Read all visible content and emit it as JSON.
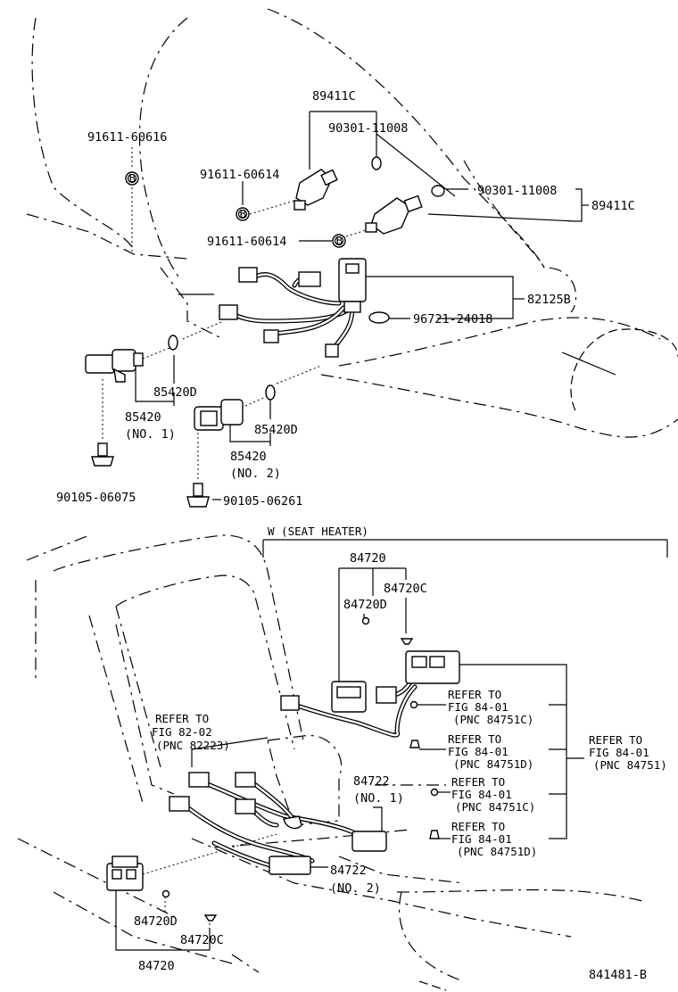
{
  "diagram_id": "841481-B",
  "section_header": "W (SEAT HEATER)",
  "labels": {
    "p89411C_top": "89411C",
    "p90301_top": "90301-11008",
    "p91611_60616": "91611-60616",
    "p91611_60614_a": "91611-60614",
    "p90301_right": "90301-11008",
    "p89411C_right": "89411C",
    "p91611_60614_b": "91611-60614",
    "p82125B": "82125B",
    "p96721": "96721-24018",
    "p85420D_a": "85420D",
    "p85420_no1": "85420",
    "p85420_no1_sub": "(NO. 1)",
    "p85420D_b": "85420D",
    "p85420_no2": "85420",
    "p85420_no2_sub": "(NO. 2)",
    "p90105_06075": "90105-06075",
    "p90105_06261": "90105-06261",
    "p84720_top": "84720",
    "p84720C_top": "84720C",
    "p84720D_top": "84720D",
    "ref_82_line1": "REFER TO",
    "ref_82_line2": "FIG 82-02",
    "ref_82_line3": "(PNC 82223)",
    "ref1_line1": "REFER TO",
    "ref1_line2": "FIG 84-01",
    "ref1_line3": "(PNC 84751C)",
    "ref2_line1": "REFER TO",
    "ref2_line2": "FIG 84-01",
    "ref2_line3": "(PNC 84751D)",
    "ref3_line1": "REFER TO",
    "ref3_line2": "FIG 84-01",
    "ref3_line3": "(PNC 84751C)",
    "ref4_line1": "REFER TO",
    "ref4_line2": "FIG 84-01",
    "ref4_line3": "(PNC 84751D)",
    "refR_line1": "REFER TO",
    "refR_line2": "FIG 84-01",
    "refR_line3": "(PNC 84751)",
    "p84722_no1": "84722",
    "p84722_no1_sub": "(NO. 1)",
    "p84722_no2": "84722",
    "p84722_no2_sub": "(NO. 2)",
    "p84720D_bot": "84720D",
    "p84720C_bot": "84720C",
    "p84720_bot": "84720",
    "bolt_marker": "B"
  }
}
